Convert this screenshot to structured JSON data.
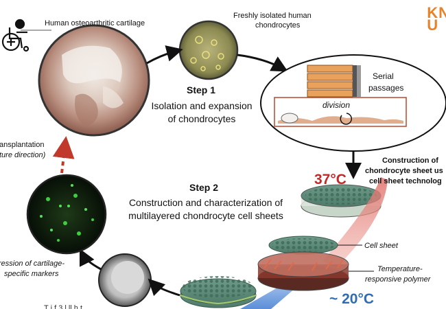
{
  "labels": {
    "cartilage": "Human osteoarthritic  cartilage",
    "chondrocytes_line1": "Freshly isolated human",
    "chondrocytes_line2": "chondrocytes",
    "step1_title": "Step 1",
    "step1_line1": "Isolation and expansion",
    "step1_line2": "of chondrocytes",
    "serial_line1": "Serial",
    "serial_line2": "passages",
    "division": "division",
    "construction_line1": "Construction of",
    "construction_line2": "chondrocyte sheet us",
    "construction_line3": "cell sheet technolog",
    "temp_hot": "37°C",
    "temp_cold": "~ 20°C",
    "step2_title": "Step 2",
    "step2_line1": "Construction and characterization of",
    "step2_line2": "multilayered chondrocyte cell sheets",
    "cell_sheet": "Cell sheet",
    "polymer_line1": "Temperature-",
    "polymer_line2": "responsive polymer",
    "markers_line1": "ression of cartilage-",
    "markers_line2": "specific markers",
    "transplant_line1": "ansplantation",
    "transplant_line2": "ture direction)",
    "bottom_cut": "T    i    f  3 l    ll  h  t"
  },
  "logo": {
    "line1": "KN",
    "line2": "U"
  },
  "icons": [
    "wheelchair-icon"
  ],
  "colors": {
    "accent_red": "#c62828",
    "accent_blue": "#2e6db4",
    "logo": "#e8832a"
  }
}
